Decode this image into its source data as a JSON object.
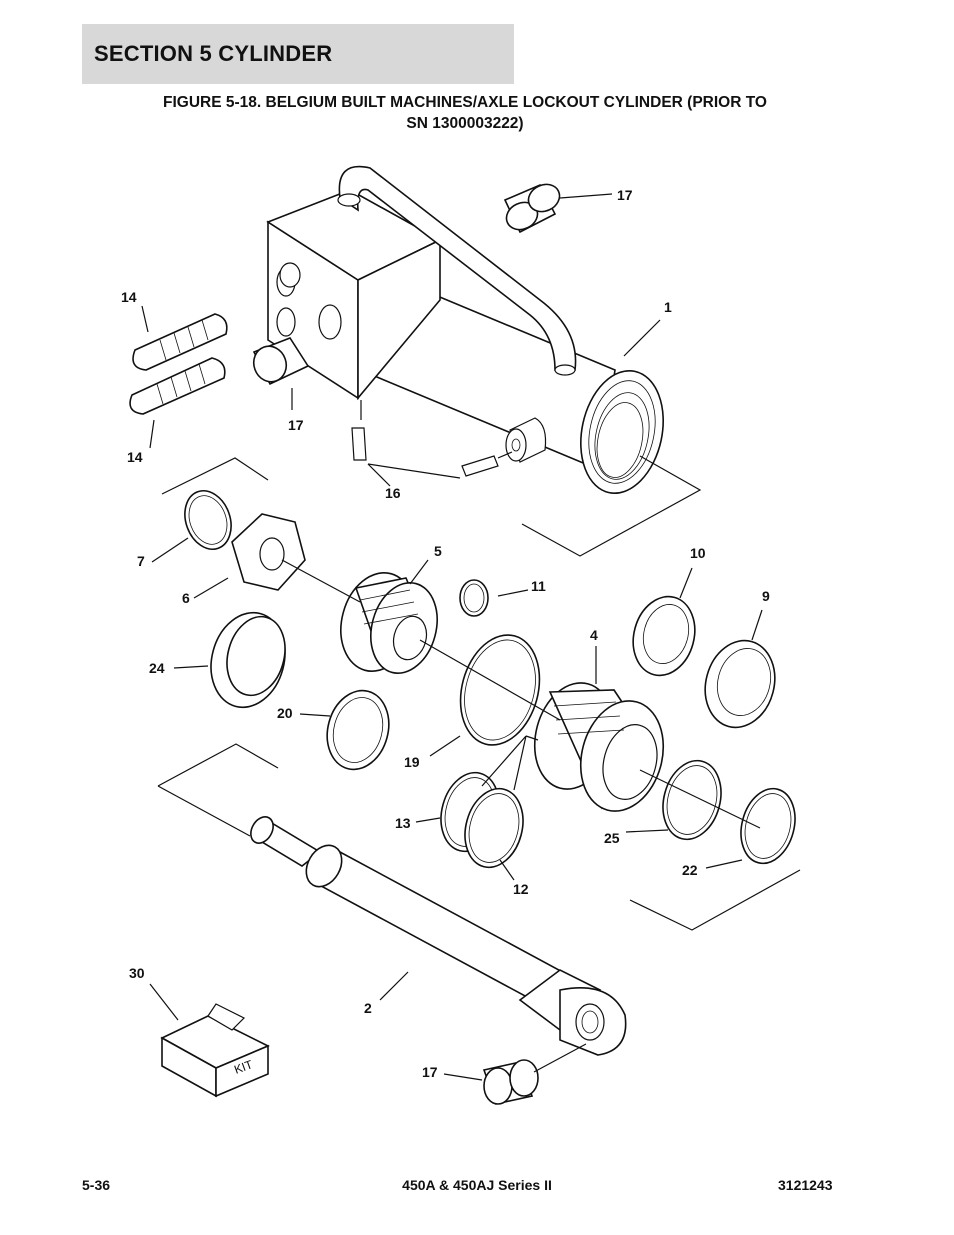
{
  "header": {
    "section": "SECTION 5   CYLINDER"
  },
  "figure": {
    "title_line1": "FIGURE 5-18. BELGIUM BUILT MACHINES/AXLE LOCKOUT CYLINDER (PRIOR TO",
    "title_line2": "SN 1300003222)"
  },
  "callouts": [
    {
      "id": "c17a",
      "text": "17"
    },
    {
      "id": "c1",
      "text": "1"
    },
    {
      "id": "c14a",
      "text": "14"
    },
    {
      "id": "c17b",
      "text": "17"
    },
    {
      "id": "c14b",
      "text": "14"
    },
    {
      "id": "c16",
      "text": "16"
    },
    {
      "id": "c7",
      "text": "7"
    },
    {
      "id": "c6",
      "text": "6"
    },
    {
      "id": "c5",
      "text": "5"
    },
    {
      "id": "c11",
      "text": "11"
    },
    {
      "id": "c10",
      "text": "10"
    },
    {
      "id": "c9",
      "text": "9"
    },
    {
      "id": "c4",
      "text": "4"
    },
    {
      "id": "c24",
      "text": "24"
    },
    {
      "id": "c20",
      "text": "20"
    },
    {
      "id": "c19",
      "text": "19"
    },
    {
      "id": "c13",
      "text": "13"
    },
    {
      "id": "c12",
      "text": "12"
    },
    {
      "id": "c25",
      "text": "25"
    },
    {
      "id": "c22",
      "text": "22"
    },
    {
      "id": "c30",
      "text": "30"
    },
    {
      "id": "c2",
      "text": "2"
    },
    {
      "id": "c17c",
      "text": "17"
    }
  ],
  "kit_box_text": "KIT",
  "footer": {
    "page": "5-36",
    "model": "450A & 450AJ Series II",
    "doc_number": "3121243"
  }
}
